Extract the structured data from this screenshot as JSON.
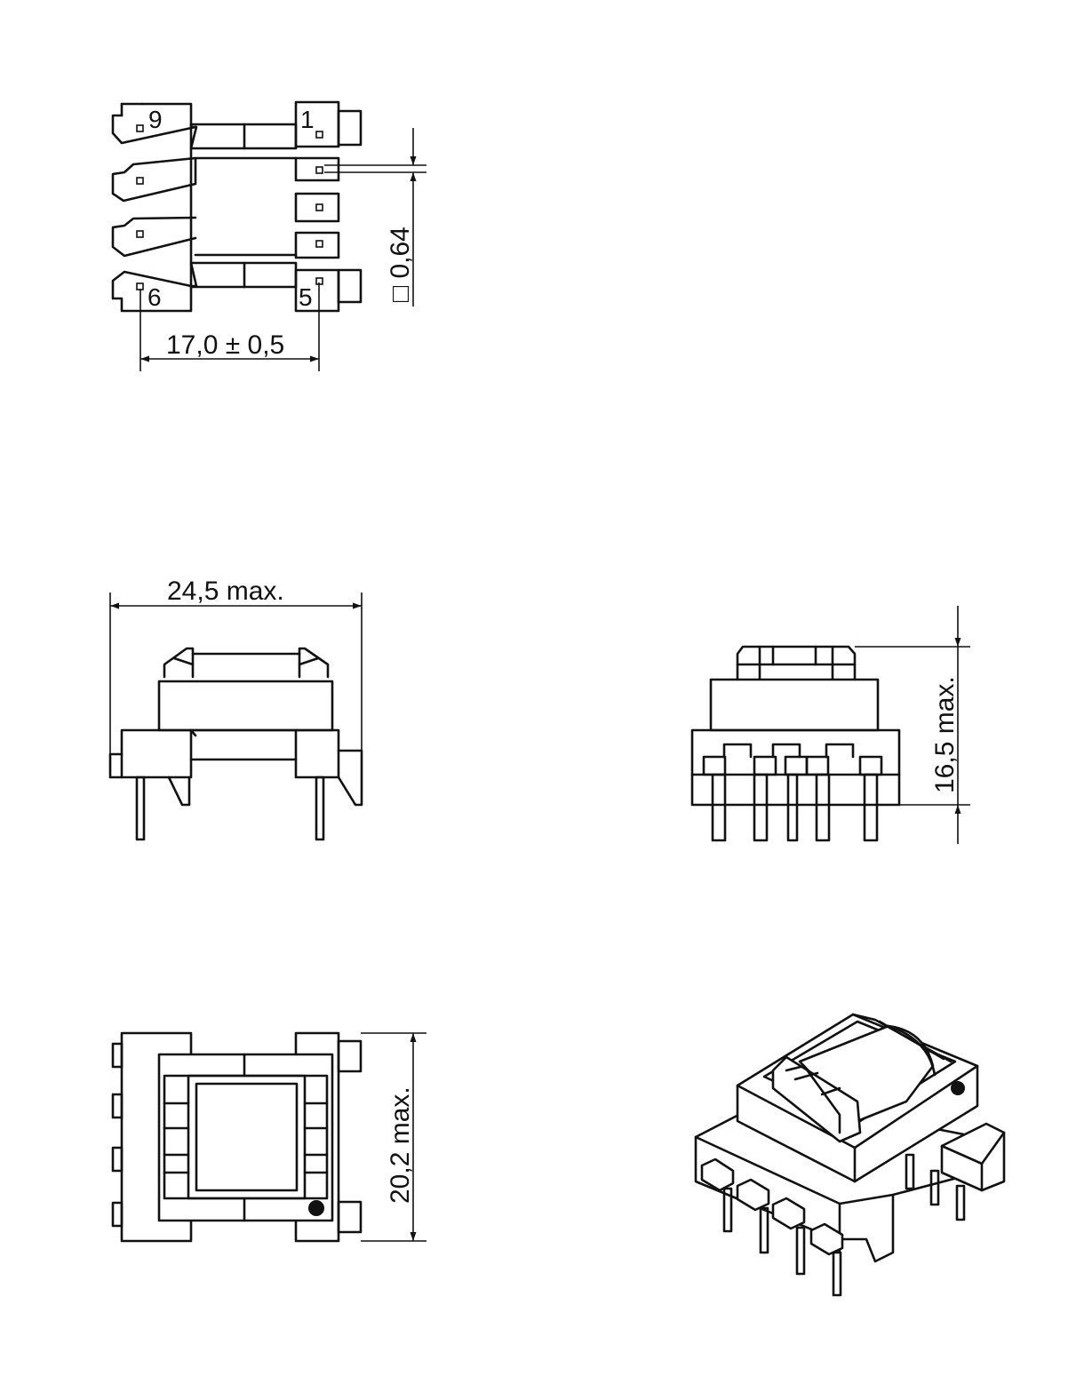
{
  "pin_labels": {
    "p9": "9",
    "p1": "1",
    "p6": "6",
    "p5": "5"
  },
  "dimensions": {
    "pin_spacing": "17,0  ± 0,5",
    "pin_size": "□ 0,64",
    "width": "24,5  max.",
    "height": "16,5  max.",
    "depth": "20,2  max."
  }
}
